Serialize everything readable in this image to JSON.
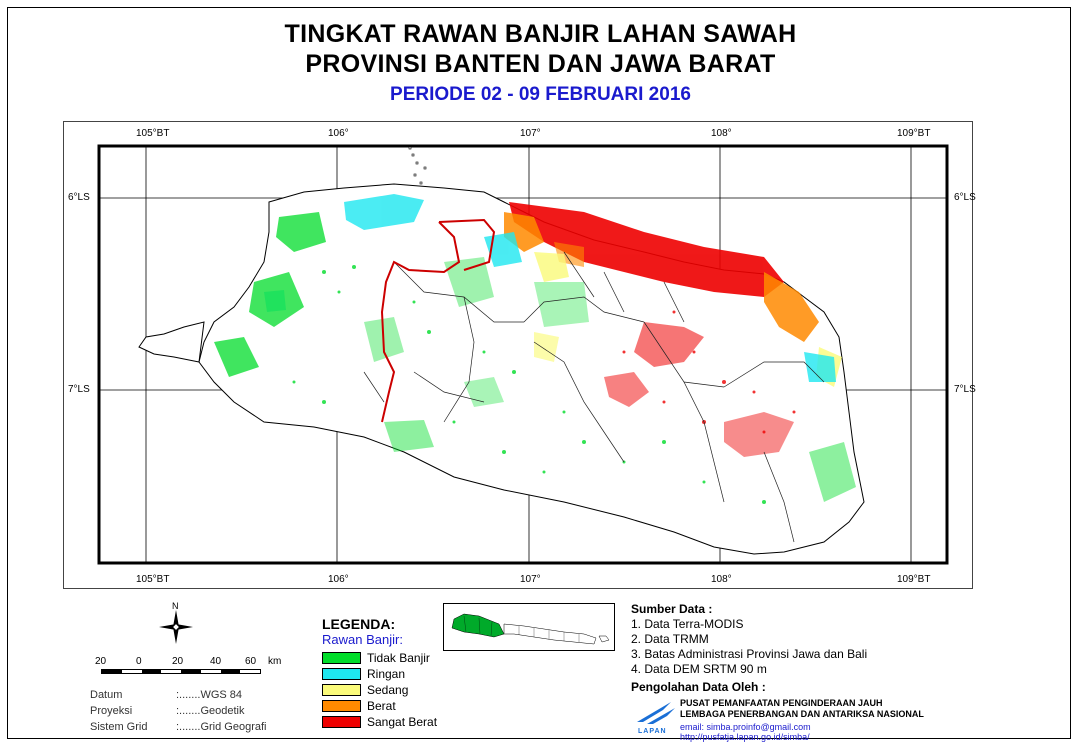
{
  "header": {
    "title_line1": "TINGKAT RAWAN BANJIR LAHAN SAWAH",
    "title_line2": "PROVINSI BANTEN DAN JAWA BARAT",
    "period": "PERIODE 02 - 09 FEBRUARI 2016"
  },
  "map": {
    "lon_labels": [
      "105°BT",
      "106°",
      "107°",
      "108°",
      "109°BT"
    ],
    "lat_labels": [
      "6°LS",
      "7°LS"
    ]
  },
  "legend": {
    "title": "LEGENDA:",
    "subtitle": "Rawan Banjir:",
    "items": [
      {
        "label": "Tidak Banjir",
        "color": "#00dd2a"
      },
      {
        "label": "Ringan",
        "color": "#1ee7f0"
      },
      {
        "label": "Sedang",
        "color": "#fbfb7a"
      },
      {
        "label": "Berat",
        "color": "#ff8a00"
      },
      {
        "label": "Sangat Berat",
        "color": "#ee0000"
      }
    ]
  },
  "compass": {
    "north": "N"
  },
  "scalebar": {
    "labels": [
      "20",
      "0",
      "20",
      "40",
      "60",
      "km"
    ]
  },
  "meta": [
    {
      "label": "Datum",
      "value": ":.......WGS 84"
    },
    {
      "label": "Proyeksi",
      "value": ":.......Geodetik"
    },
    {
      "label": "Sistem Grid",
      "value": ":.......Grid Geografi"
    }
  ],
  "sources": {
    "heading": "Sumber Data :",
    "items": [
      "1. Data Terra-MODIS",
      "2. Data TRMM",
      "3. Batas Administrasi Provinsi Jawa dan Bali",
      "4. Data DEM SRTM 90 m"
    ],
    "processing_heading": "Pengolahan Data Oleh :"
  },
  "organization": {
    "line1": "PUSAT PEMANFAATAN PENGINDERAAN JAUH",
    "line2": "LEMBAGA PENERBANGAN DAN ANTARIKSA NASIONAL",
    "email": "email: simba.proinfo@gmail.com",
    "web": "http://pusfatja.lapan.go.id/simba/",
    "logo_text": "LAPAN"
  },
  "colors": {
    "title_period": "#1a1acd",
    "province_border": "#cc0000"
  }
}
